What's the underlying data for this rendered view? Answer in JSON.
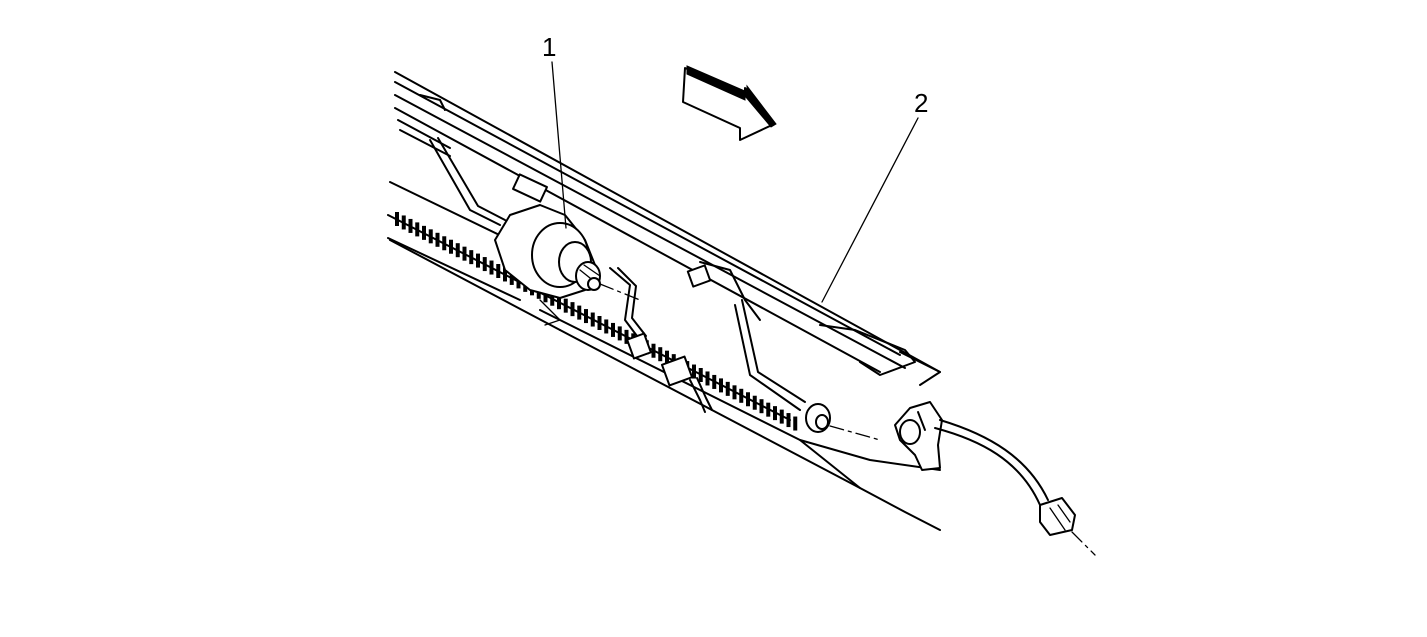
{
  "diagram": {
    "callouts": [
      {
        "id": "1",
        "label": "1"
      },
      {
        "id": "2",
        "label": "2"
      }
    ],
    "colors": {
      "ink": "#000000",
      "background": "#ffffff"
    },
    "icons": [
      "direction-arrow-icon"
    ]
  }
}
